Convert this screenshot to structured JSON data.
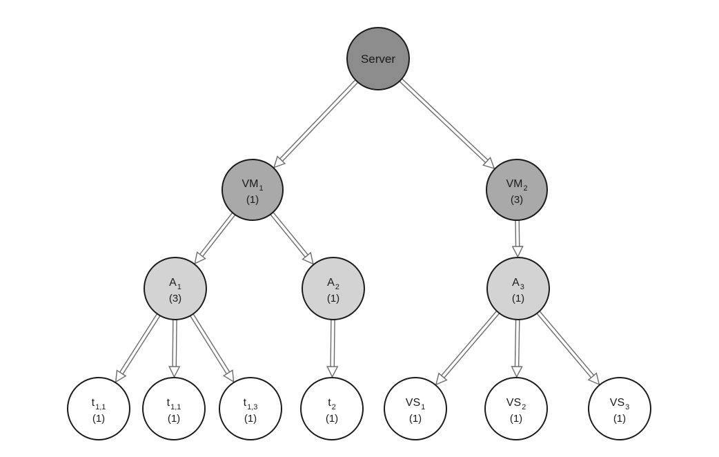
{
  "colors": {
    "server_fill": "#8c8c8c",
    "vm_fill": "#a9a9a9",
    "app_fill": "#d3d3d3",
    "leaf_fill": "#ffffff",
    "arrow_stroke": "#6a6a6a"
  },
  "nodes": [
    {
      "id": "server",
      "name": "Server",
      "sub": "",
      "weight": "",
      "tier": "server"
    },
    {
      "id": "vm1",
      "name": "VM",
      "sub": "1",
      "weight": "(1)",
      "tier": "vm"
    },
    {
      "id": "vm2",
      "name": "VM",
      "sub": "2",
      "weight": "(3)",
      "tier": "vm"
    },
    {
      "id": "a1",
      "name": "A",
      "sub": "1",
      "weight": "(3)",
      "tier": "app"
    },
    {
      "id": "a2",
      "name": "A",
      "sub": "2",
      "weight": "(1)",
      "tier": "app"
    },
    {
      "id": "a3",
      "name": "A",
      "sub": "3",
      "weight": "(1)",
      "tier": "app"
    },
    {
      "id": "t11a",
      "name": "t",
      "sub": "1,1",
      "weight": "(1)",
      "tier": "leaf"
    },
    {
      "id": "t11b",
      "name": "t",
      "sub": "1,1",
      "weight": "(1)",
      "tier": "leaf"
    },
    {
      "id": "t13",
      "name": "t",
      "sub": "1,3",
      "weight": "(1)",
      "tier": "leaf"
    },
    {
      "id": "t2",
      "name": "t",
      "sub": "2",
      "weight": "(1)",
      "tier": "leaf"
    },
    {
      "id": "vs1",
      "name": "VS",
      "sub": "1",
      "weight": "(1)",
      "tier": "leaf"
    },
    {
      "id": "vs2",
      "name": "VS",
      "sub": "2",
      "weight": "(1)",
      "tier": "leaf"
    },
    {
      "id": "vs3",
      "name": "VS",
      "sub": "3",
      "weight": "(1)",
      "tier": "leaf"
    }
  ],
  "edges": [
    {
      "from": "server",
      "to": "vm1"
    },
    {
      "from": "server",
      "to": "vm2"
    },
    {
      "from": "vm1",
      "to": "a1"
    },
    {
      "from": "vm1",
      "to": "a2"
    },
    {
      "from": "vm2",
      "to": "a3"
    },
    {
      "from": "a1",
      "to": "t11a"
    },
    {
      "from": "a1",
      "to": "t11b"
    },
    {
      "from": "a1",
      "to": "t13"
    },
    {
      "from": "a2",
      "to": "t2"
    },
    {
      "from": "a3",
      "to": "vs1"
    },
    {
      "from": "a3",
      "to": "vs2"
    },
    {
      "from": "a3",
      "to": "vs3"
    }
  ]
}
